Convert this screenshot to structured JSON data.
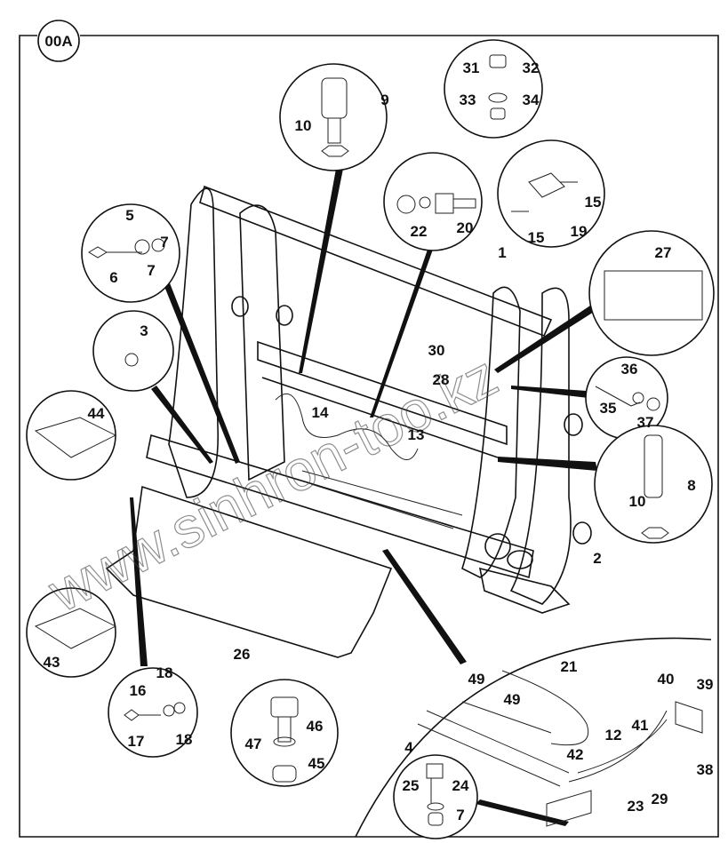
{
  "diagram": {
    "section_badge": "00A",
    "watermark": "www.sinhron-too.kz",
    "labels": [
      "1",
      "2",
      "3",
      "4",
      "5",
      "6",
      "7",
      "8",
      "9",
      "10",
      "10",
      "12",
      "13",
      "14",
      "15",
      "15",
      "16",
      "17",
      "18",
      "18",
      "19",
      "20",
      "21",
      "22",
      "23",
      "24",
      "25",
      "26",
      "27",
      "28",
      "29",
      "30",
      "31",
      "32",
      "33",
      "34",
      "35",
      "36",
      "37",
      "38",
      "39",
      "40",
      "41",
      "42",
      "43",
      "44",
      "45",
      "46",
      "47",
      "49",
      "49",
      "7",
      "7"
    ]
  }
}
